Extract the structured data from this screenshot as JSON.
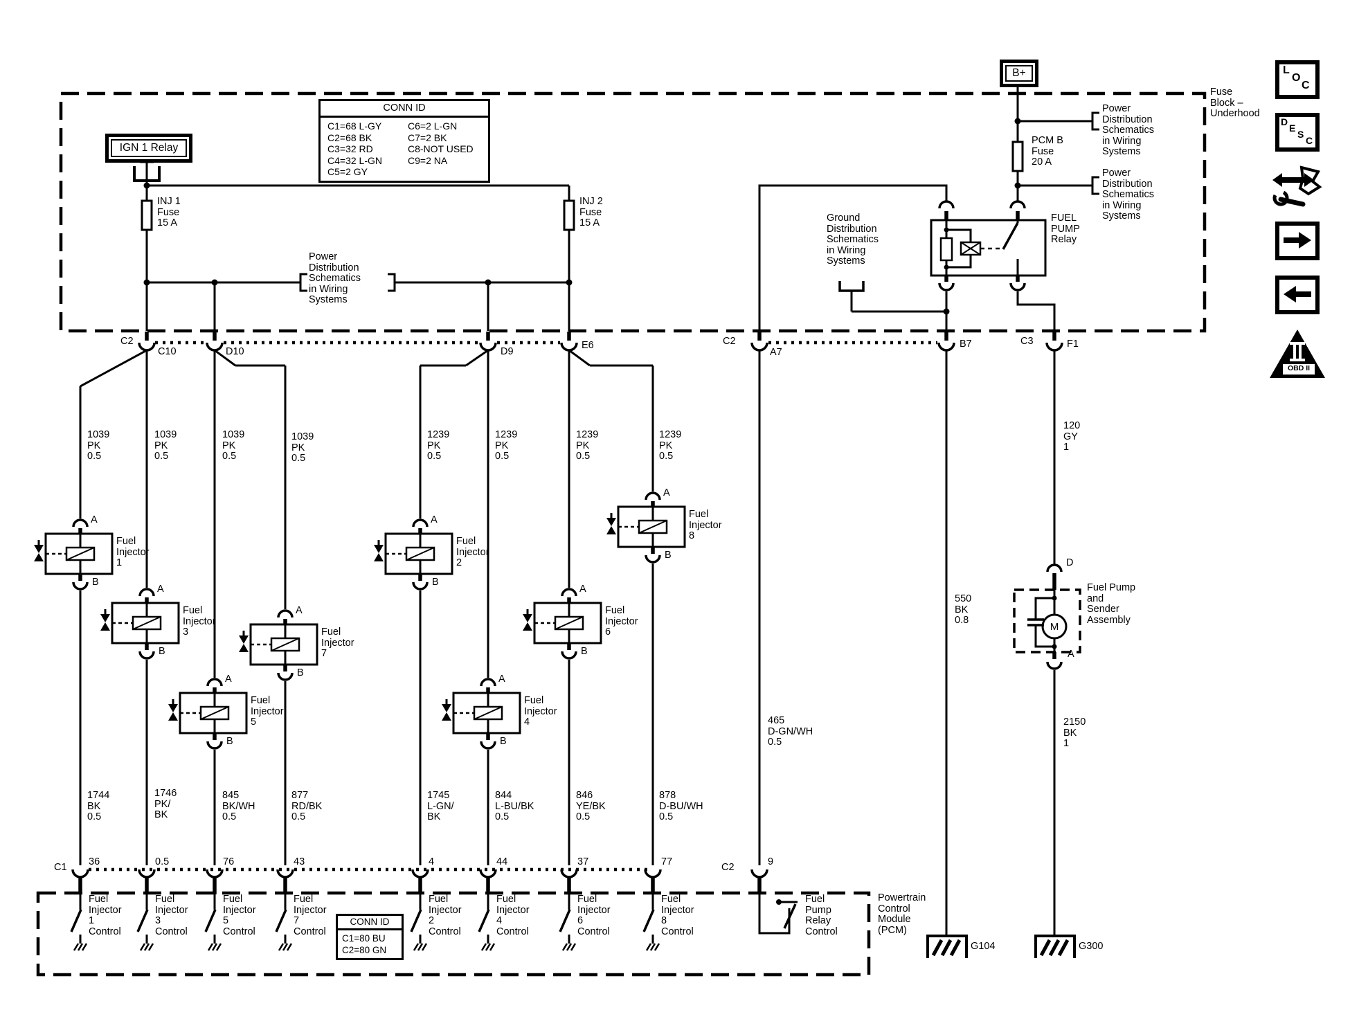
{
  "fuse_block": {
    "label": "Fuse\nBlock –\nUnderhood",
    "ign1_relay": "IGN 1 Relay",
    "b_plus": "B+",
    "inj1_fuse": "INJ 1\nFuse\n15 A",
    "inj2_fuse": "INJ 2\nFuse\n15 A",
    "pcmb_fuse": "PCM B\nFuse\n20 A",
    "power_dist_inline": "Power\nDistribution\nSchematics\nin Wiring\nSystems",
    "power_dist_1": "Power\nDistribution\nSchematics\nin Wiring\nSystems",
    "power_dist_2": "Power\nDistribution\nSchematics\nin Wiring\nSystems",
    "ground_dist": "Ground\nDistribution\nSchematics\nin Wiring\nSystems",
    "fuel_pump_relay": "FUEL\nPUMP\nRelay",
    "conn_id": {
      "title": "CONN ID",
      "col1": [
        "C1=68 L-GY",
        "C2=68 BK",
        "C3=32 RD",
        "C4=32 L-GN",
        "C5=2 GY"
      ],
      "col2": [
        "C6=2 L-GN",
        "C7=2 BK",
        "C8-NOT USED",
        "C9=2 NA"
      ]
    }
  },
  "connectors": {
    "c2_left": "C2",
    "c10": "C10",
    "d10": "D10",
    "d9": "D9",
    "e6": "E6",
    "c2_right": "C2",
    "a7": "A7",
    "b7": "B7",
    "c3": "C3",
    "f1": "F1"
  },
  "wires": {
    "top": [
      "1039\nPK\n0.5",
      "1039\nPK\n0.5",
      "1039\nPK\n0.5",
      "1039\nPK\n0.5",
      "1239\nPK\n0.5",
      "1239\nPK\n0.5",
      "1239\nPK\n0.5",
      "1239\nPK\n0.5"
    ],
    "bottom": [
      "1744\nBK\n0.5",
      "1746\nPK/\nBK",
      "845\nBK/WH\n0.5",
      "877\nRD/BK\n0.5",
      "1745\nL-GN/\nBK",
      "844\nL-BU/BK\n0.5",
      "846\nYE/BK\n0.5",
      "878\nD-BU/WH\n0.5"
    ],
    "fuel_pump_feed": "120\nGY\n1",
    "relay_ground": "550\nBK\n0.8",
    "relay_control": "465\nD-GN/WH\n0.5",
    "pump_ground": "2150\nBK\n1"
  },
  "injectors": {
    "pin_a": "A",
    "pin_b": "B",
    "labels": [
      "Fuel\nInjector\n1",
      "Fuel\nInjector\n3",
      "Fuel\nInjector\n5",
      "Fuel\nInjector\n7",
      "Fuel\nInjector\n2",
      "Fuel\nInjector\n4",
      "Fuel\nInjector\n6",
      "Fuel\nInjector\n8"
    ]
  },
  "fuel_pump": {
    "label": "Fuel Pump\nand\nSender\nAssembly",
    "pin_top": "D",
    "pin_bottom": "A",
    "motor": "M"
  },
  "pcm": {
    "label": "Powertrain\nControl\nModule\n(PCM)",
    "c1": "C1",
    "c2": "C2",
    "pins": [
      "36",
      "0.5",
      "76",
      "43",
      "4",
      "44",
      "37",
      "77",
      "9"
    ],
    "drivers": [
      "Fuel\nInjector\n1\nControl",
      "Fuel\nInjector\n3\nControl",
      "Fuel\nInjector\n5\nControl",
      "Fuel\nInjector\n7\nControl",
      "Fuel\nInjector\n2\nControl",
      "Fuel\nInjector\n4\nControl",
      "Fuel\nInjector\n6\nControl",
      "Fuel\nInjector\n8\nControl",
      "Fuel\nPump\nRelay\nControl"
    ],
    "conn_id": {
      "title": "CONN ID",
      "rows": [
        "C1=80 BU",
        "C2=80 GN"
      ]
    }
  },
  "grounds": {
    "g104": "G104",
    "g300": "G300"
  },
  "sidebar": {
    "loc": [
      "L",
      "O",
      "C"
    ],
    "desc": [
      "D",
      "E",
      "S",
      "C"
    ],
    "obd": "OBD II"
  }
}
